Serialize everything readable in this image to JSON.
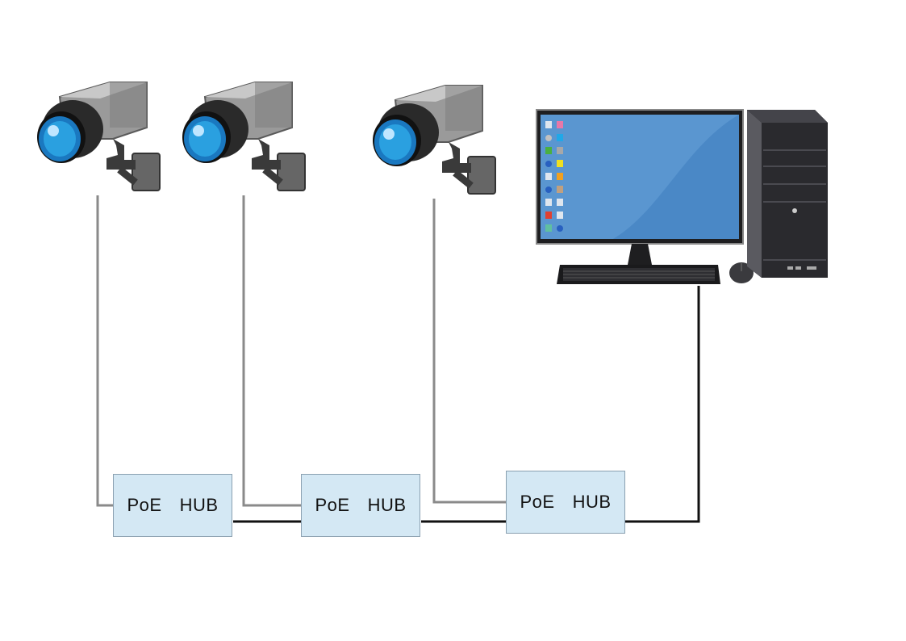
{
  "hubs": [
    {
      "label_a": "PoE",
      "label_b": "HUB"
    },
    {
      "label_a": "PoE",
      "label_b": "HUB"
    },
    {
      "label_a": "PoE",
      "label_b": "HUB"
    }
  ],
  "colors": {
    "hub_fill": "#d4e8f4",
    "camera_cable": "#8a8a8a",
    "uplink_cable": "#111111",
    "lens_blue": "#2aa0e0",
    "screen_blue": "#5a96d0",
    "tower": "#2a2a2e"
  },
  "icons": [
    "security-camera-icon",
    "desktop-pc-icon"
  ]
}
